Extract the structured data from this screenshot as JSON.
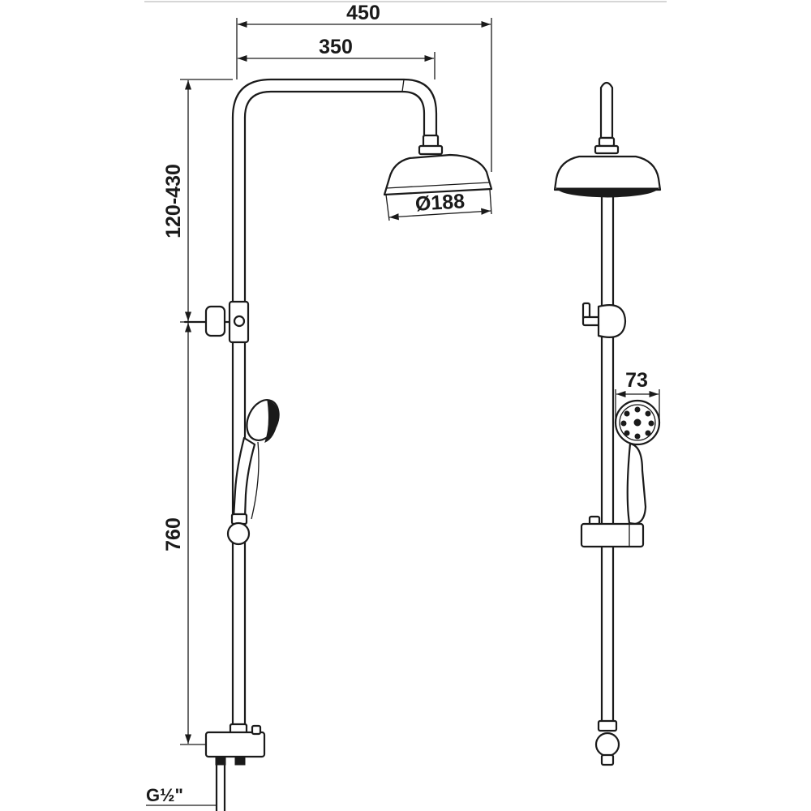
{
  "dimensions": {
    "overall_reach": "450",
    "arm_reach": "350",
    "head_diameter": "Ø188",
    "height_adjust": "120-430",
    "rail_height": "760",
    "hand_shower_width": "73",
    "inlet_thread_prefix": "G",
    "inlet_thread_fraction": "½",
    "inlet_thread_suffix": "\""
  },
  "colors": {
    "line": "#1a1a1a",
    "background": "#ffffff"
  }
}
